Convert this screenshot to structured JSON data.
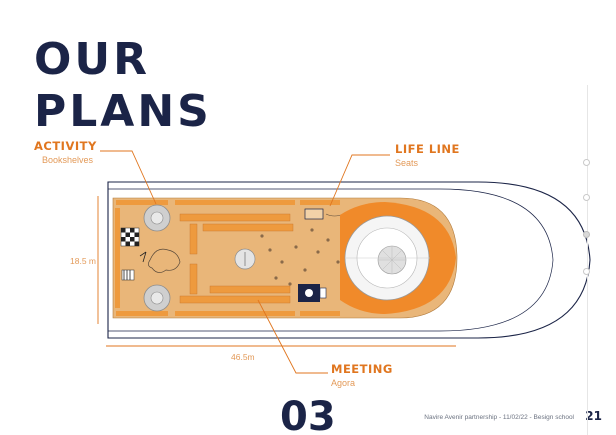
{
  "header": {
    "title_line1": "OUR",
    "title_line2": "PLANS"
  },
  "callouts": {
    "activity": {
      "title": "ACTIVITY",
      "subtitle": "Bookshelves"
    },
    "lifeline": {
      "title": "LIFE LINE",
      "subtitle": "Seats"
    },
    "meeting": {
      "title": "MEETING",
      "subtitle": "Agora"
    }
  },
  "dimensions": {
    "width": "18.5 m",
    "length": "46.5m"
  },
  "section_number": "03",
  "footer": {
    "text": "Navire Avenir partnership - 11/02/22 - Besign school",
    "page": "21"
  },
  "side_nav": {
    "dots": 4,
    "active_index": 2
  },
  "colors": {
    "navy": "#1b2447",
    "orange": "#e0761f",
    "deck": "#e9b679",
    "bench": "#ee9a3e",
    "hull_outline": "#1b2447"
  },
  "icons": [
    "chessboard-icon",
    "piano-icon",
    "telescope-icon",
    "tree-sculpture-icon"
  ]
}
